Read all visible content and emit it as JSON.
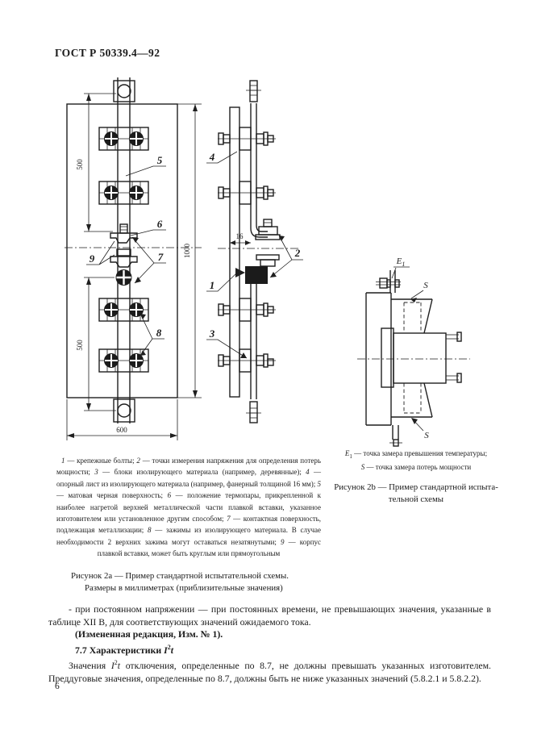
{
  "page": {
    "header": "ГОСТ Р 50339.4—92",
    "number": "6"
  },
  "figure2a": {
    "legend_items": [
      {
        "num": "1",
        "text": "— крепежные болты;"
      },
      {
        "num": "2",
        "text": "— точки измерения напряжения для определения потерь мощности;"
      },
      {
        "num": "3",
        "text": "— блоки изолирующего материала (например, деревянные);"
      },
      {
        "num": "4",
        "text": "— опорный лист из изолирующего материала (например, фанерный толщиной 16 мм);"
      },
      {
        "num": "5",
        "text": "— матовая черная поверхность;"
      },
      {
        "num": "6",
        "text": "— положение термопары, прикрепленной к наиболее нагретой верхней металлической части плавкой вставки, указанное изготовителем или установленное другим способом;"
      },
      {
        "num": "7",
        "text": "— контактная поверхность, подлежащая металлизации;"
      },
      {
        "num": "8",
        "text": "— зажимы из изолирующего материала. В случае необходимости 2 верхних зажима могут оставаться незатянутыми;"
      },
      {
        "num": "9",
        "text": "— корпус плавкой вставки, может быть круглым или прямоугольным"
      }
    ],
    "caption_line1": "Рисунок 2а — Пример стандартной испытательной схемы.",
    "caption_line2": "Размеры в миллиметрах (приблизительные значения)",
    "drawing": {
      "dims": {
        "d500_top": "500",
        "d500_bottom": "500",
        "d1000": "1000",
        "d600": "600",
        "d16": "16"
      },
      "callouts": {
        "c1": "1",
        "c2": "2",
        "c3": "3",
        "c4": "4",
        "c5": "5",
        "c6": "6",
        "c7": "7",
        "c8": "8",
        "c9": "9"
      }
    }
  },
  "figure2b": {
    "legend": [
      {
        "sym": "E",
        "sub": "1",
        "text": "— точка замера превышения температуры;"
      },
      {
        "sym": "S",
        "sub": "",
        "text": "— точка замера потерь мощности"
      }
    ],
    "caption_line1": "Рисунок 2b — Пример стандартной испыта-",
    "caption_line2": "тельной схемы",
    "drawing": {
      "marks": {
        "e": "E",
        "e_sub": "1",
        "s_top": "S",
        "s_bottom": "S"
      }
    }
  },
  "body": {
    "p1": "- при постоянном напряжении — при постоянных времени, не превышающих значения, указанные в таблице XII В, для соответствующих значений ожидаемого тока.",
    "p2": "(Измененная редакция, Изм. № 1).",
    "p3_prefix": "7.7 Характеристики",
    "i2t": {
      "i": "I",
      "exp": "2",
      "t": "t"
    },
    "p4_start": "Значения",
    "p4_rest": "отключения, определенные по 8.7, не должны превышать указанных изготовителем. Преддуговые значения, определенные по 8.7, должны быть не ниже указанных значений (5.8.2.1 и 5.8.2.2)."
  }
}
